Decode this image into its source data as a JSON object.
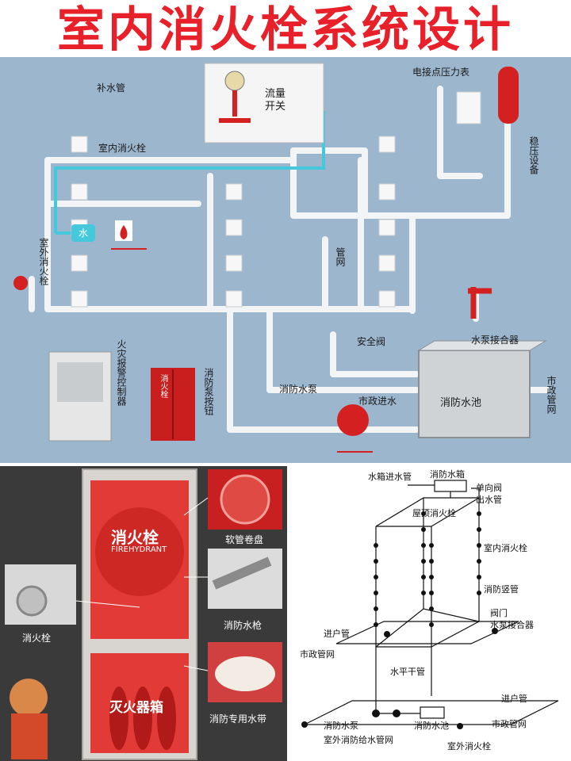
{
  "title": "室内消火栓系统设计",
  "system_diagram": {
    "labels": {
      "refill_pipe": "补水管",
      "flow_switch": "流量\n开关",
      "flow_switch_line1": "流量",
      "flow_switch_line2": "开关",
      "pressure_switch": "电接点压力表",
      "indoor_hydrant": "室内消火栓",
      "pressure_equipment": "稳压设备",
      "riser": "管网",
      "water_badge": "水",
      "hydrant_pipe": "室外消火栓",
      "safety_valve": "安全阀",
      "pump_adapter": "水泵接合器",
      "alarm_panel": "火灾报警控制器",
      "pump_button": "消防泵按钮",
      "fire_pump": "消防水泵",
      "municipal_inlet": "市政进水",
      "fire_pool": "消防水池",
      "city_pipe": "市政管网",
      "cabinet_door_text": "消火栓"
    }
  },
  "cabinet_photo": {
    "cabinet_text": "消火栓",
    "cabinet_en": "FIREHYDRANT",
    "extinguisher_box": "灭火器箱",
    "callouts": {
      "hose_reel": "软管卷盘",
      "nozzle": "消防水枪",
      "hydrant": "消火栓",
      "hose": "消防专用水带"
    }
  },
  "schematic": {
    "labels": {
      "tank_inlet": "水箱进水管",
      "roof_tank": "消防水箱",
      "check_valve": "单向阀",
      "outlet_pipe": "出水管",
      "roof_hydrant": "屋顶消火栓",
      "indoor_hydrant": "室内消火栓",
      "riser": "消防竖管",
      "valve": "阀门",
      "pump_adapter": "水泵接合器",
      "inlet_pipe_left": "进户管",
      "municipal_left": "市政管网",
      "horizontal_main": "水平干管",
      "inlet_pipe_right": "进户管",
      "fire_pump": "消防水泵",
      "fire_pool": "消防水池",
      "municipal_right": "市政管网",
      "outdoor_network": "室外消防给水管网",
      "outdoor_hydrant": "室外消火栓"
    }
  },
  "colors": {
    "title_red": "#e8202a",
    "panel_blue": "#9cb6ce",
    "pipe_white": "#f2f4f6",
    "cyan_line": "#46c8dc",
    "fire_red": "#d42020"
  }
}
